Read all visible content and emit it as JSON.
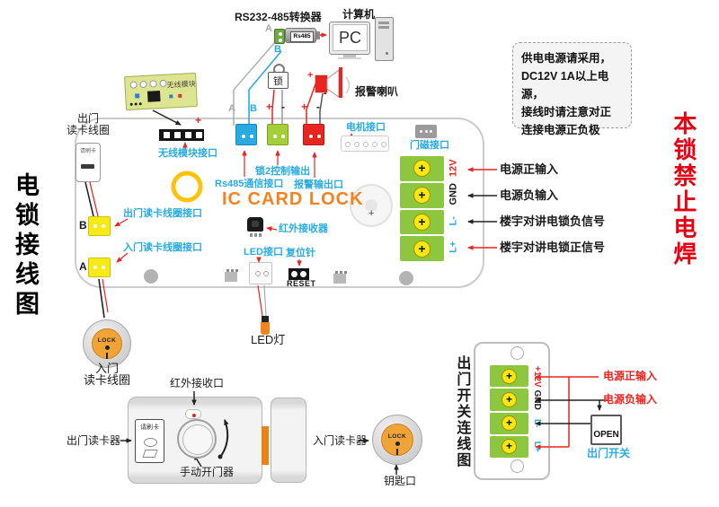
{
  "page": {
    "left_title": "电锁接线图",
    "right_warning": "本锁禁止电焊",
    "notice_line1": "供电电源请采用，",
    "notice_line2": "DC12V 1A以上电源，",
    "notice_line3": "接线时请注意对正",
    "notice_line4": "连接电源正负极"
  },
  "symbols": {
    "plus": "+",
    "minus": "-"
  },
  "top": {
    "converter_label": "RS232-485转换器",
    "converter_chip": "Rs485",
    "port_a": "A",
    "port_b": "B",
    "computer_label": "计算机",
    "pc": "PC",
    "lock_char": "锁",
    "alarm_label": "报警喇叭",
    "wireless_module": "无线模块"
  },
  "board": {
    "title": "IC CARD LOCK",
    "wireless_port": "无线模块接口",
    "rs485_port": "Rs485通信接口",
    "lock2_output": "锁2控制输出",
    "alarm_output": "报警输出口",
    "motor_port": "电机接口",
    "door_sensor_port": "门磁接口",
    "exit_coil_port": "出门读卡线圈接口",
    "entry_coil_port": "入门读卡线圈接口",
    "ir_receiver": "红外接收器",
    "led_port": "LED接口",
    "reset_pin_label": "复位针",
    "reset_text": "RESET",
    "port_b": "B",
    "port_a": "A",
    "terminals": [
      "12V",
      "GND",
      "L-",
      "L+"
    ],
    "notes": [
      "电源正输入",
      "电源负输入",
      "楼宇对讲电锁负信号",
      "楼宇对讲电锁正信号"
    ]
  },
  "exit_coil_reader": {
    "line1": "出门",
    "line2": "读卡线圈",
    "card_text": "请刷卡"
  },
  "entry_coil": {
    "line1": "入门",
    "line2": "读卡线圈",
    "lock_text": "LOCK"
  },
  "led_label": "LED灯",
  "lock_device": {
    "ir_label": "红外接收口",
    "exit_reader_label": "出门读卡器",
    "entry_reader_label": "入门读卡器",
    "manual_opener_label": "手动开门器",
    "keyhole_label": "钥匙口",
    "card_text": "请刷卡",
    "lock_text": "LOCK"
  },
  "exit_switch": {
    "title": "出门开关连线图",
    "terminals": [
      "+12V",
      "GND",
      "L-",
      "L+"
    ],
    "note_positive": "电源正输入",
    "note_negative": "电源负输入",
    "switch_text": "OPEN",
    "switch_label": "出门开关"
  },
  "colors": {
    "label_blue": "#29abe2",
    "wire_red": "#e8251f",
    "title_orange": "#f58220",
    "terminal_green": "#8dc63f",
    "connector_yellow": "#f6eb16",
    "warning_red": "#e60012"
  }
}
